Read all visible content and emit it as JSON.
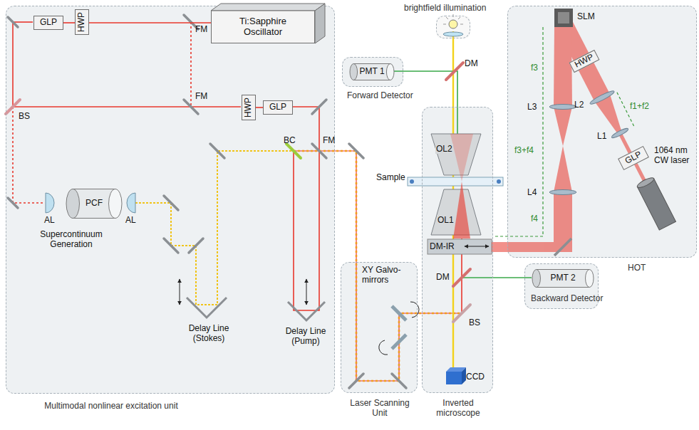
{
  "diagram": {
    "nodes": [
      {
        "text": [
          "Multimodal nonlinear excitation unit"
        ]
      },
      {
        "text": [
          "GLP"
        ],
        "in": 0
      },
      {
        "text": [
          "HWP"
        ],
        "in": 0
      },
      {
        "text": [
          "Ti:Sapphire Oscillator"
        ],
        "in": 0
      },
      {
        "text": [
          "HWP"
        ],
        "in": 0
      },
      {
        "text": [
          "GLP"
        ],
        "in": 0
      },
      {
        "text": [
          "PCF"
        ],
        "in": 0
      },
      {
        "text": [
          "Laser Scanning Unit"
        ]
      },
      {
        "text": [
          "Inverted microscope"
        ]
      },
      {
        "text": [
          "brightfield illumination"
        ]
      },
      {
        "text": [
          "Forward Detector"
        ]
      },
      {
        "text": [
          "PMT 1"
        ],
        "in": 10
      },
      {
        "text": [
          "Backward Detector"
        ]
      },
      {
        "text": [
          "PMT 2"
        ],
        "in": 12
      },
      {
        "text": [
          "HOT"
        ]
      },
      {
        "text": [
          "HWP"
        ],
        "in": 14
      },
      {
        "text": [
          "GLP"
        ],
        "in": 14
      }
    ],
    "edges": [
      {
        "from": 1,
        "to": 2,
        "arrow": "none"
      },
      {
        "from": 2,
        "to": 3,
        "arrow": "none"
      },
      {
        "from": 4,
        "to": 5,
        "arrow": "none"
      }
    ],
    "labels": [
      "FM",
      "FM",
      "BS",
      "AL",
      "AL",
      "Supercontinuum Generation",
      "Delay Line (Stokes)",
      "BC",
      "FM",
      "Delay Line (Pump)",
      "XY Galvo-mirrors",
      "DM",
      "OL2",
      "Sample",
      "OL1",
      "DM-IR",
      "DM",
      "BS",
      "CCD",
      "SLM",
      "f3",
      "L3",
      "f3+f4",
      "f1+f2",
      "L2",
      "L1",
      "L4",
      "f4",
      "1064 nm CW laser"
    ]
  }
}
